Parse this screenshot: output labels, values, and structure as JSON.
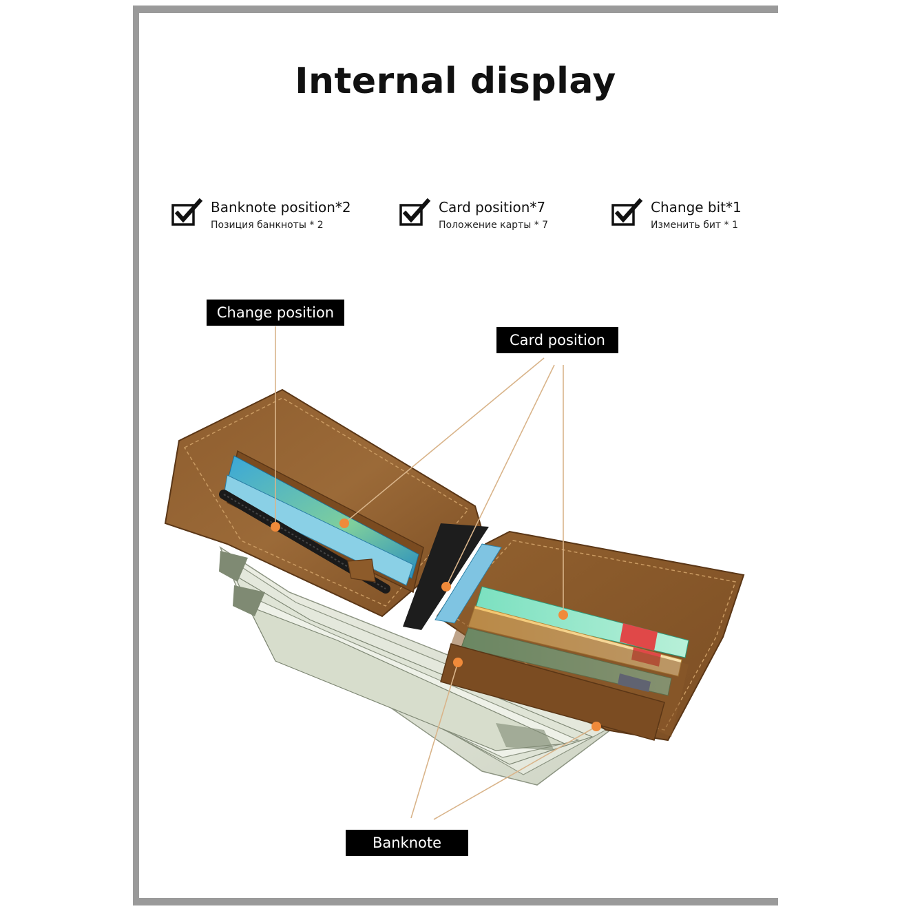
{
  "title": "Internal display",
  "features": [
    {
      "label_en": "Banknote position*2",
      "label_ru": "Позиция банкноты * 2",
      "icon": "checkbox-check-icon"
    },
    {
      "label_en": "Card position*7",
      "label_ru": "Положение карты * 7",
      "icon": "checkbox-check-icon"
    },
    {
      "label_en": "Change bit*1",
      "label_ru": "Изменить бит * 1",
      "icon": "checkbox-check-icon"
    }
  ],
  "callouts": {
    "change_position": "Change position",
    "card_position": "Card position",
    "banknote": "Banknote"
  },
  "colors": {
    "leather": "#8a5a2c",
    "leather_dark": "#6b4420",
    "callout_line": "#d9b48a",
    "marker": "#f08a3a",
    "frame": "#9a9a9a"
  }
}
